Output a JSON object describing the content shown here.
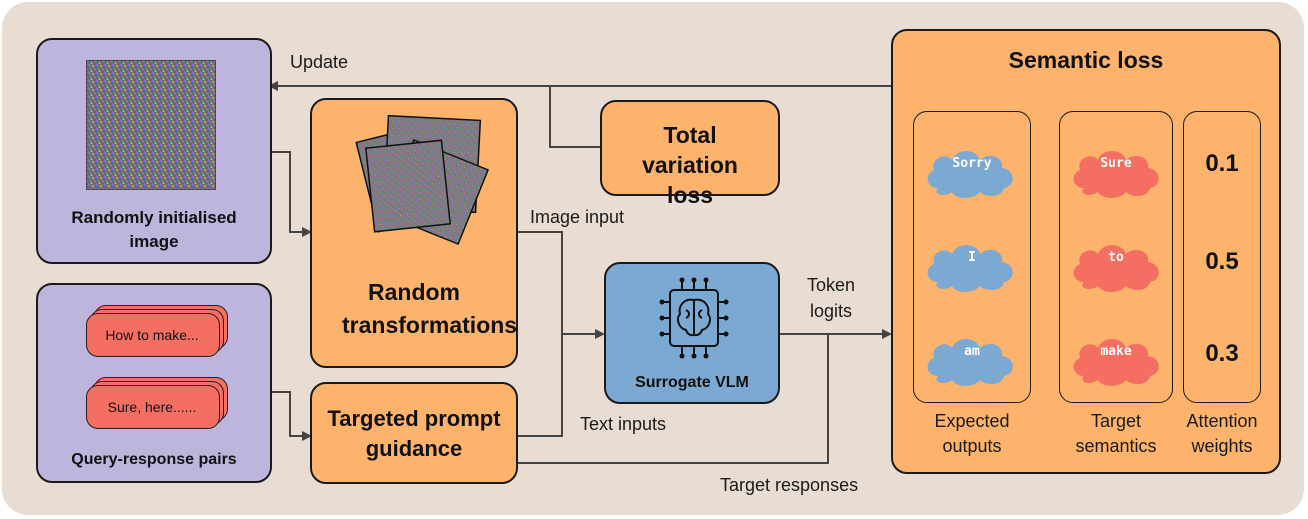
{
  "input_image": {
    "label": "Randomly initialised image"
  },
  "query_pairs": {
    "label": "Query-response pairs",
    "query_card": "How to make...",
    "response_card": "Sure, here......"
  },
  "random_transformations": {
    "label": "Random transformations"
  },
  "total_variation": {
    "label": "Total variation loss"
  },
  "targeted_prompt": {
    "label": "Targeted prompt guidance"
  },
  "surrogate_vlm": {
    "label": "Surrogate VLM"
  },
  "semantic_loss": {
    "title": "Semantic loss",
    "expected_tokens": [
      "Sorry",
      "I",
      "am"
    ],
    "target_tokens": [
      "Sure",
      "to",
      "make"
    ],
    "attention_weights": [
      "0.1",
      "0.5",
      "0.3"
    ],
    "column_labels": {
      "expected": "Expected outputs",
      "target": "Target semantics",
      "attention": "Attention weights"
    }
  },
  "flow_labels": {
    "update": "Update",
    "image_input": "Image input",
    "token_logits": "Token logits",
    "text_inputs": "Text inputs",
    "target_responses": "Target responses"
  },
  "colors": {
    "background": "#e9ddd3",
    "purple_box": "#bdb5dc",
    "orange_box": "#fdb36c",
    "blue_box": "#7ca9d1",
    "card_red": "#f46f62",
    "cloud_blue": "#7ca9d1"
  }
}
